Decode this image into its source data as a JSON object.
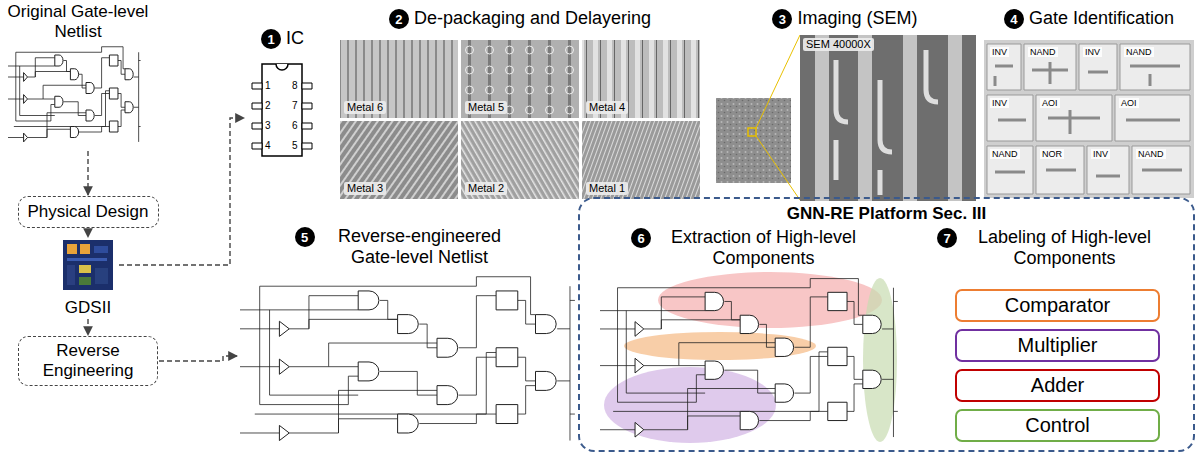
{
  "diagram": {
    "nodes": [
      {
        "text": [
          "Original Gate-level Netlist"
        ]
      },
      {
        "text": [
          "IC"
        ]
      },
      {
        "text": [
          "De-packaging and Delayering"
        ]
      },
      {
        "text": [
          "Imaging (SEM)"
        ]
      },
      {
        "text": [
          "Gate Identification"
        ]
      },
      {
        "text": [
          "Physical Design"
        ]
      },
      {
        "text": [
          "GDSII"
        ]
      },
      {
        "text": [
          "Reverse Engineering"
        ]
      },
      {
        "text": [
          "Reverse-engineered Gate-level Netlist"
        ]
      },
      {
        "text": [
          "GNN-RE Platform Sec. III"
        ]
      },
      {
        "text": [
          "Extraction of High-level Components"
        ],
        "in": 9
      },
      {
        "text": [
          "Labeling of High-level Components"
        ],
        "in": 9
      },
      {
        "text": [
          "Comparator"
        ],
        "in": 11
      },
      {
        "text": [
          "Multiplier"
        ],
        "in": 11
      },
      {
        "text": [
          "Adder"
        ],
        "in": 11
      },
      {
        "text": [
          "Control"
        ],
        "in": 11
      }
    ],
    "edges": [
      {
        "from": 0,
        "to": 5,
        "arrow": "to"
      },
      {
        "from": 5,
        "to": 6,
        "arrow": "to"
      },
      {
        "from": 6,
        "to": 1,
        "arrow": "to"
      },
      {
        "from": 6,
        "to": 7,
        "arrow": "to"
      },
      {
        "from": 7,
        "to": 8,
        "arrow": "to"
      }
    ],
    "labels": [
      "1",
      "2",
      "3",
      "4",
      "5",
      "6",
      "7",
      "1",
      "2",
      "3",
      "4",
      "8",
      "7",
      "6",
      "5",
      "Metal 6",
      "Metal 5",
      "Metal 4",
      "Metal 3",
      "Metal 2",
      "Metal 1",
      "SEM 40000X",
      "INV",
      "NAND",
      "INV",
      "NAND",
      "INV",
      "AOI",
      "AOI",
      "NAND",
      "NOR",
      "INV",
      "NAND"
    ]
  }
}
